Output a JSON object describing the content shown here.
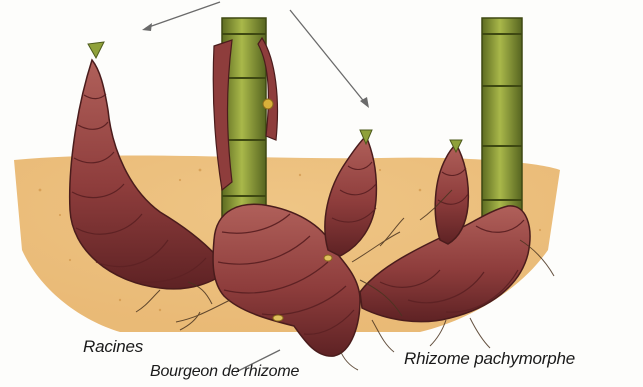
{
  "labels": {
    "racines": "Racines",
    "bourgeon": "Bourgeon de rhizome",
    "pachymorphe": "Rhizome pachymorphe"
  },
  "colors": {
    "soil": "#e7b267",
    "rhizome": "#8e3d3c",
    "rhizome_dark": "#5e2224",
    "culm": "#8fa13a",
    "culm_dark": "#5d6b21",
    "root": "#4a3420",
    "pointer": "#6a6a6a"
  }
}
